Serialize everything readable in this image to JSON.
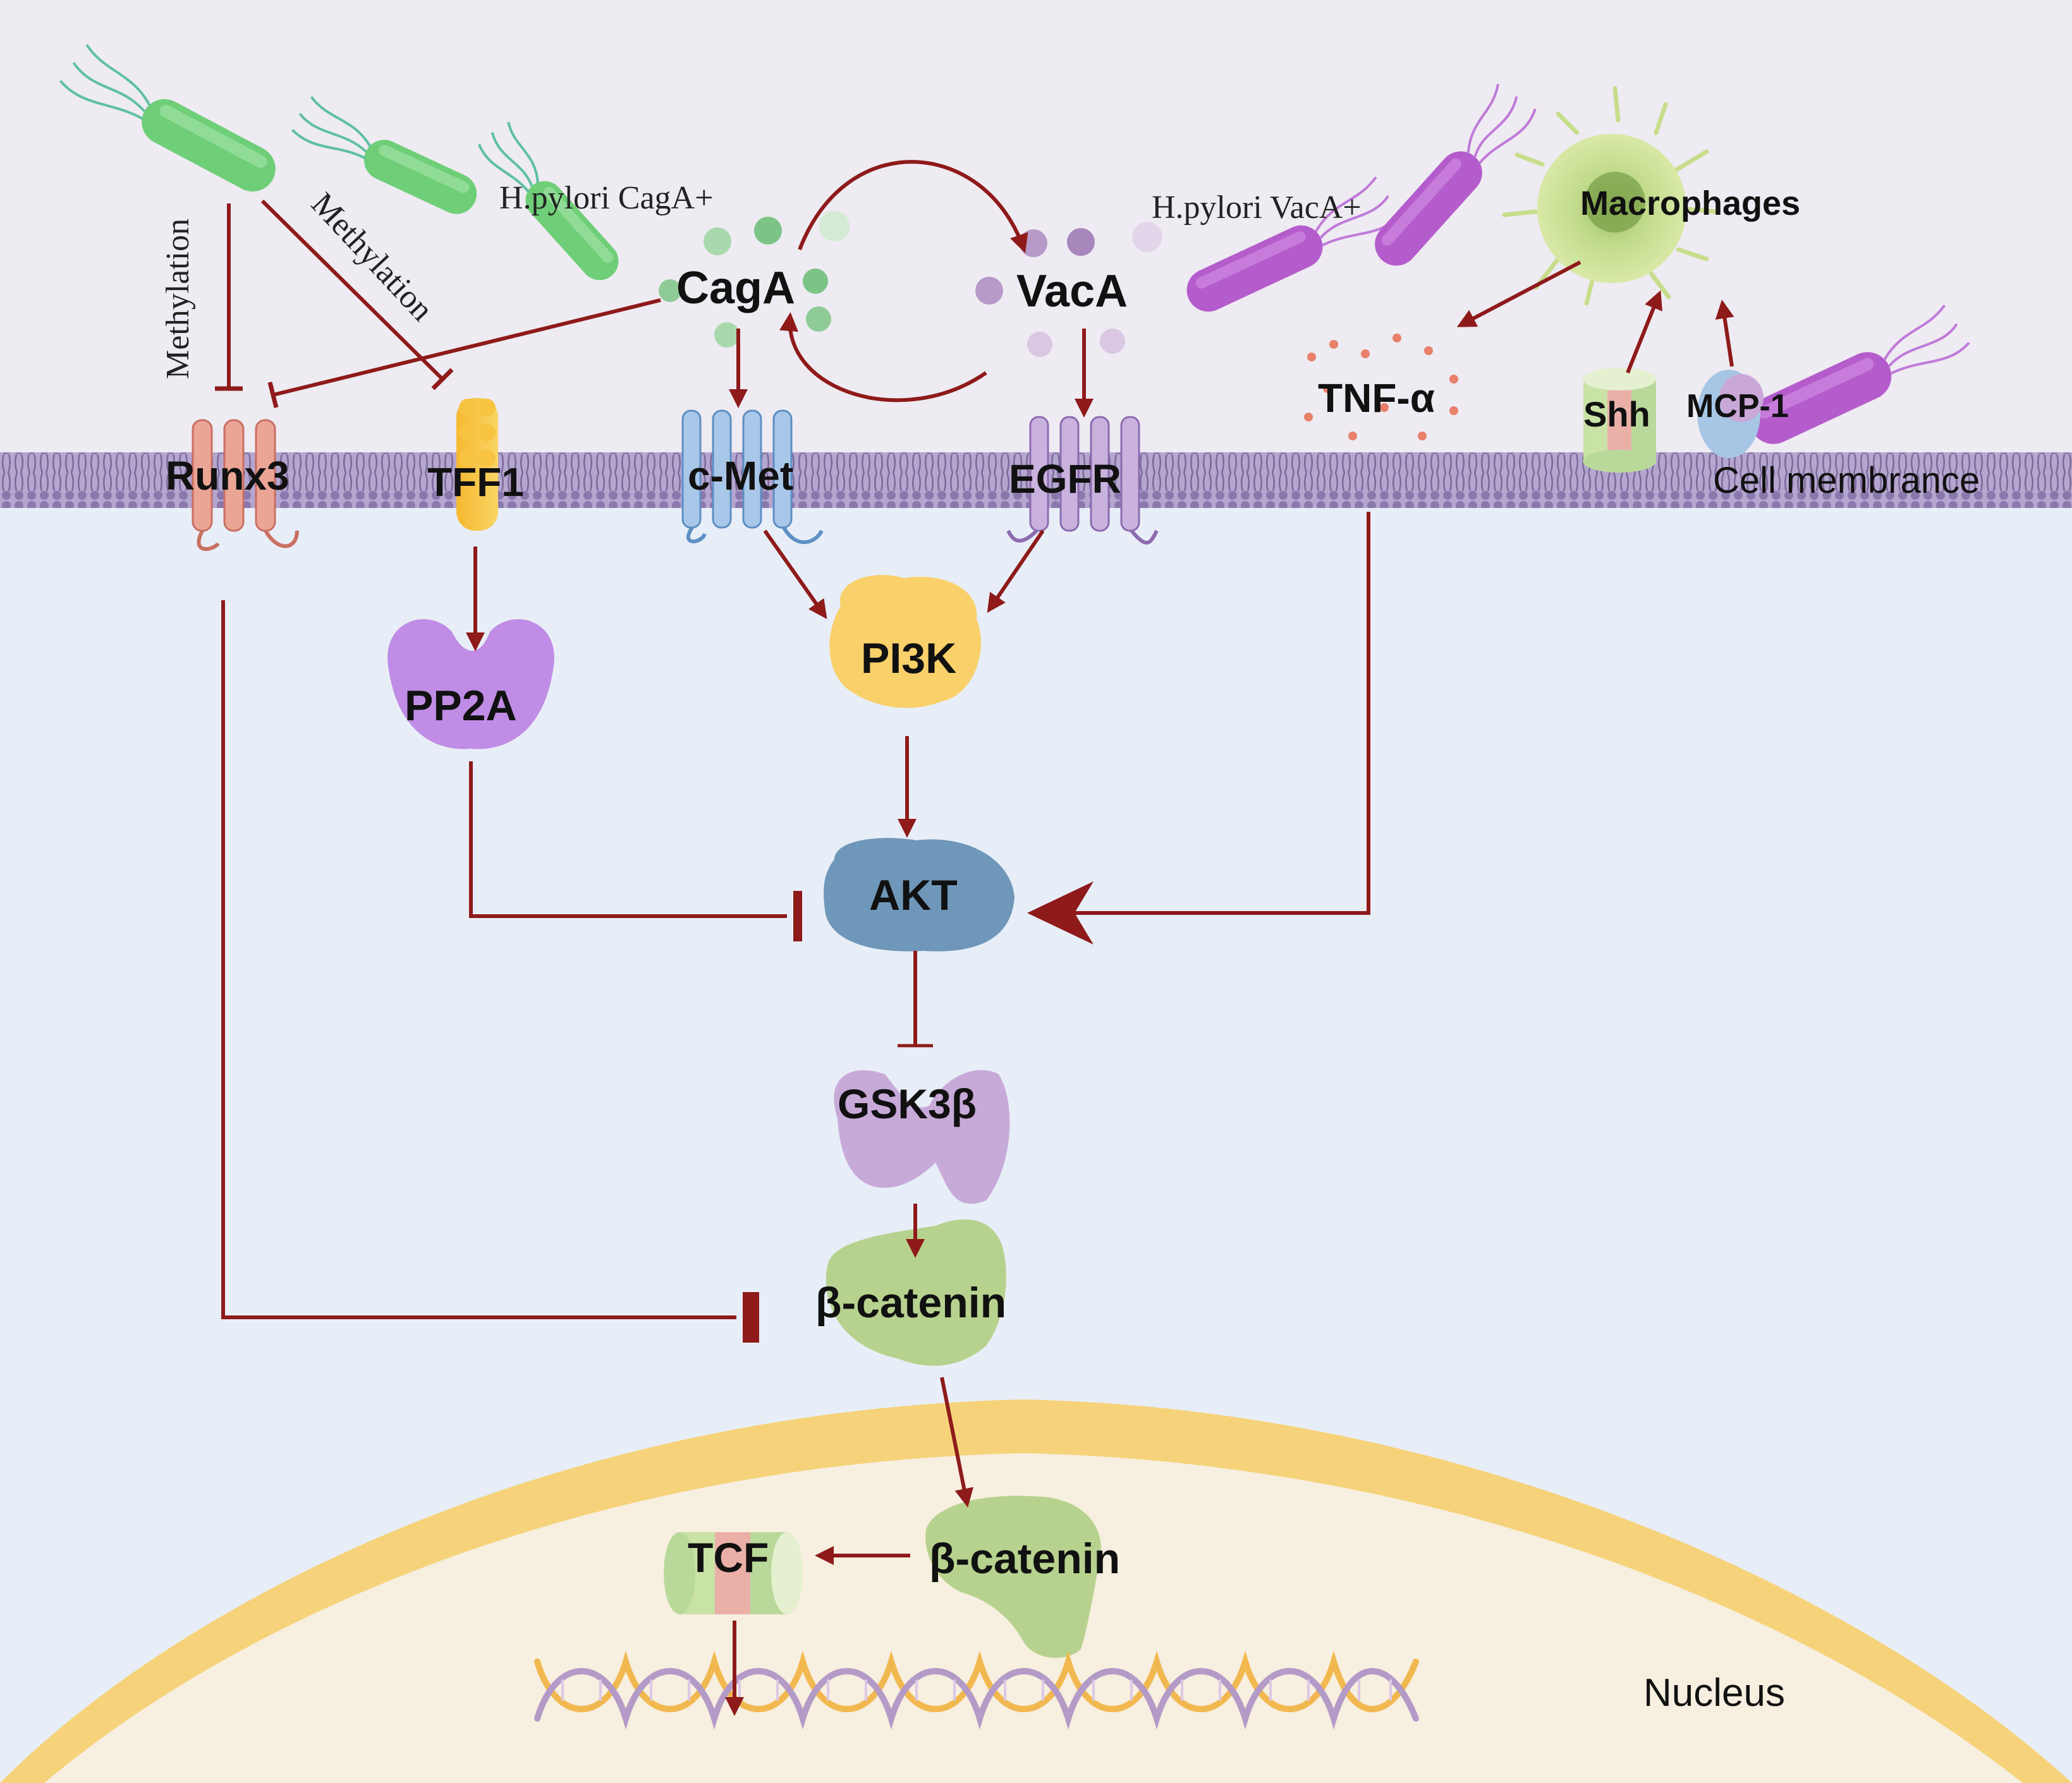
{
  "labels": {
    "cagA_strain": "H.pylori CagA+",
    "vacA_strain": "H.pylori VacA+",
    "methylation_1": "Methylation",
    "methylation_2": "Methylation",
    "cagA": "CagA",
    "vacA": "VacA",
    "macrophages": "Macrophages",
    "tnf": "TNF-α",
    "shh": "Shh",
    "mcp1": "MCP-1",
    "membrane": "Cell membrance",
    "runx3": "Runx3",
    "tff1": "TFF1",
    "cmet": "c-Met",
    "egfr": "EGFR",
    "pp2a": "PP2A",
    "pi3k": "PI3K",
    "akt": "AKT",
    "gsk3b": "GSK3β",
    "bcat_cyto": "β-catenin",
    "bcat_nuc": "β-catenin",
    "tcf": "TCF",
    "nucleus": "Nucleus"
  },
  "colors": {
    "arrow": "#8e1a1a",
    "extracellular": "#eeebf2",
    "cytoplasm": "#e8eef7",
    "nucleus_fill": "#f7efdf",
    "nucleus_border": "#f6d37a",
    "membrane": "#7d6a9e",
    "bacteria_green": "#6fce78",
    "bacteria_purple": "#b45ccc"
  }
}
